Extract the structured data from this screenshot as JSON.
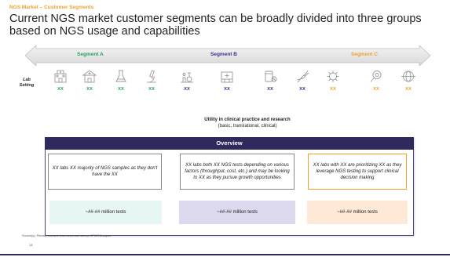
{
  "header": {
    "eyebrow": "NGS Market – Customer Segments",
    "title": "Current NGS market customer segments can be broadly divided into three groups based on NGS usage and capabilities"
  },
  "segments": [
    {
      "label": "Segment A",
      "color": "#2aa05a"
    },
    {
      "label": "Segment B",
      "color": "#3a3290"
    },
    {
      "label": "Segment C",
      "color": "#f0a030"
    }
  ],
  "lab_setting_label": "Lab Setting",
  "lab_settings": [
    {
      "icon": "hospital-icon",
      "value": "XX",
      "color": "#2aa05a"
    },
    {
      "icon": "clinic-building-icon",
      "value": "XX",
      "color": "#2aa05a"
    },
    {
      "icon": "lab-flask-icon",
      "value": "XX",
      "color": "#2aa05a"
    },
    {
      "icon": "microscope-icon",
      "value": "XX",
      "color": "#2aa05a"
    },
    {
      "icon": "research-lab-icon",
      "value": "XX",
      "color": "#3a3290"
    },
    {
      "icon": "medical-center-icon",
      "value": "XX",
      "color": "#3a3290"
    },
    {
      "icon": "pills-icon",
      "value": "XX",
      "color": "#3a3290"
    },
    {
      "icon": "dna-icon",
      "value": "XX",
      "color": "#3a3290"
    },
    {
      "icon": "virus-icon",
      "value": "XX",
      "color": "#f0a030"
    },
    {
      "icon": "magnifier-cell-icon",
      "value": "XX",
      "color": "#f0a030"
    },
    {
      "icon": "globe-network-icon",
      "value": "XX",
      "color": "#f0a030"
    }
  ],
  "utility": {
    "title": "Utility in clinical practice and research",
    "subtitle": "(basic, translational, clinical)"
  },
  "overview": {
    "title": "Overview",
    "boxes": [
      {
        "text": "XX labs XX majority of NGS samples as they don't have the XX",
        "border": "#888888"
      },
      {
        "text": "XX labs both XX NGS tests depending on various factors (throughput, cost, etc.) and may be looking to XX as they pursue growth opportunities",
        "border": "#888888"
      },
      {
        "text": "XX labs with XX are prioritizing XX as they leverage NGS testing to support clinical decision making",
        "border": "#f0a030"
      }
    ],
    "tests": [
      {
        "text": "~##-## million tests",
        "bg": "#e6f7f3"
      },
      {
        "text": "~##-## million tests",
        "bg": "#dcd9ee"
      },
      {
        "text": "~##-## million tests",
        "bg": "#fde9d6"
      }
    ]
  },
  "footer": {
    "source": "Source(s): Primary research interviews and survey, KPMG Analysis",
    "page": "14"
  }
}
